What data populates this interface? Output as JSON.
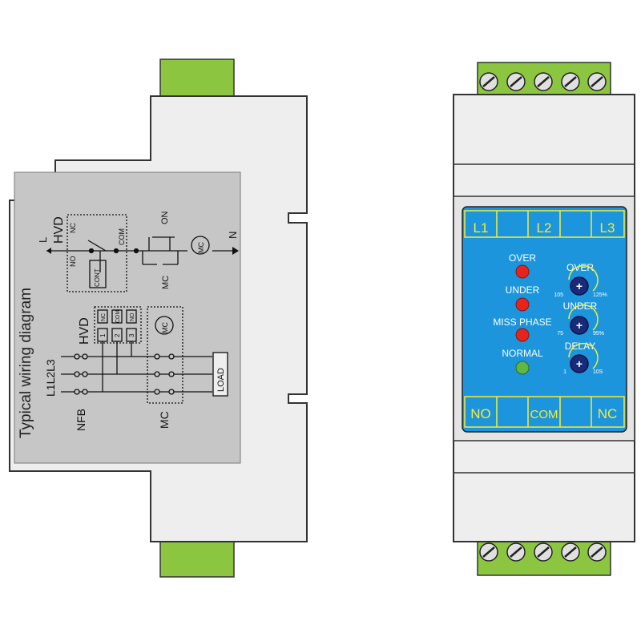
{
  "side_view": {
    "wiring_title": "Typical wiring diagram",
    "top": {
      "device_label": "HVD",
      "nc_label": "NC",
      "no_label": "NO",
      "com_label": "COM",
      "cont_label": "CONT",
      "line_label": "L",
      "neutral_label": "N",
      "on_label": "ON",
      "mc_coil_label": "MC",
      "mc_contact_label": "MC"
    },
    "bottom": {
      "device_label": "HVD",
      "terminals": [
        "NC",
        "COM",
        "NO",
        "1",
        "2",
        "3"
      ],
      "phase_labels": "L1L2L3",
      "nfb_label": "NFB",
      "mc_label": "MC",
      "mc_coil_label": "MC",
      "load_label": "LOAD"
    }
  },
  "front_panel": {
    "top_terminals": [
      "L1",
      "L2",
      "L3"
    ],
    "bottom_terminals": [
      "NO",
      "COM",
      "NC"
    ],
    "indicators": [
      {
        "label": "OVER",
        "color": "#e8231e"
      },
      {
        "label": "UNDER",
        "color": "#e8231e"
      },
      {
        "label": "MISS PHASE",
        "color": "#e8231e"
      },
      {
        "label": "NORMAL",
        "color": "#5fb846"
      }
    ],
    "knobs": [
      {
        "label": "OVER",
        "min": "105",
        "max": "125%"
      },
      {
        "label": "UNDER",
        "min": "75",
        "max": "95%"
      },
      {
        "label": "DELAY",
        "min": "1",
        "max": "10S"
      }
    ]
  },
  "colors": {
    "terminal_green": "#8cc640",
    "panel_blue": "#1c95dc",
    "label_yellow": "#f6ec3b",
    "body_gray": "#eeeeee"
  }
}
